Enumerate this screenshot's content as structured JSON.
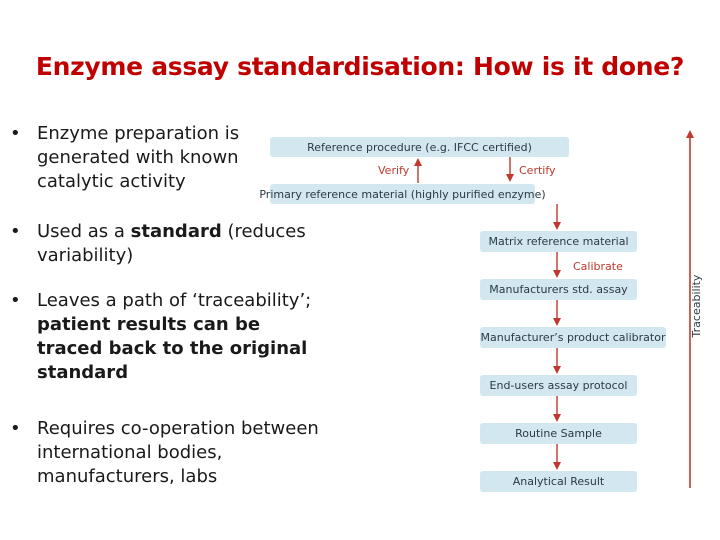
{
  "title": "Enzyme assay standardisation: How is it done?",
  "bullets": [
    {
      "parts": [
        {
          "text": "Enzyme preparation is generated with known catalytic activity",
          "bold": false
        }
      ]
    },
    {
      "parts": [
        {
          "text": "Used as a ",
          "bold": false
        },
        {
          "text": "standard",
          "bold": true
        },
        {
          "text": " (reduces variability)",
          "bold": false
        }
      ]
    },
    {
      "parts": [
        {
          "text": "Leaves a path of ‘traceability’; ",
          "bold": false
        },
        {
          "text": "patient results can be traced back to the original standard",
          "bold": true
        }
      ]
    },
    {
      "parts": [
        {
          "text": "Requires co-operation between international bodies, manufacturers, labs",
          "bold": false
        }
      ]
    }
  ],
  "diagram": {
    "boxes": {
      "reference_procedure": "Reference procedure (e.g. IFCC certified)",
      "primary_reference": "Primary reference material (highly purified enzyme)",
      "matrix_reference": "Matrix reference material",
      "manufacturers_assay": "Manufacturers std. assay",
      "product_calibrator": "Manufacturer’s product calibrator",
      "end_users_protocol": "End-users assay protocol",
      "routine_sample": "Routine Sample",
      "analytical_result": "Analytical Result"
    },
    "arrow_labels": {
      "verify": "Verify",
      "certify": "Certify",
      "calibrate": "Calibrate"
    },
    "traceability": "Traceability",
    "colors": {
      "box_fill": "#d2e7f0",
      "arrow": "#c0392b",
      "title": "#c00000"
    }
  }
}
